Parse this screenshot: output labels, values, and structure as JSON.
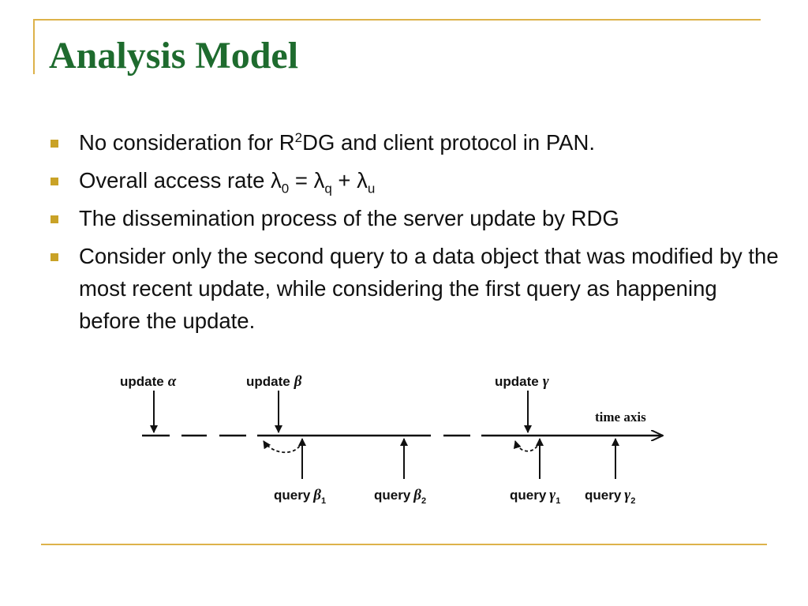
{
  "slide": {
    "title": "Analysis Model",
    "bullets": [
      {
        "pre": "No consideration for R",
        "sup": "2",
        "post": "DG and client protocol in PAN."
      },
      {
        "pre": "Overall access rate λ",
        "sub0": "0",
        "mid1": " = λ",
        "sub1": "q",
        "mid2": " + λ",
        "sub2": "u"
      },
      {
        "text": "The dissemination process of the server update by RDG"
      },
      {
        "text": "Consider only the second query to a data object that was modified by the most recent update, while considering the first query as happening before the update."
      }
    ]
  },
  "diagram": {
    "update_word": "update",
    "query_word": "query",
    "updates": [
      {
        "greek": "α"
      },
      {
        "greek": "β"
      },
      {
        "greek": "γ"
      }
    ],
    "queries": [
      {
        "greek": "β",
        "sub": "1"
      },
      {
        "greek": "β",
        "sub": "2"
      },
      {
        "greek": "γ",
        "sub": "1"
      },
      {
        "greek": "γ",
        "sub": "2"
      }
    ],
    "axis_label": "time axis"
  },
  "colors": {
    "title": "#1E6B2E",
    "accent_rule": "#DDB24A",
    "bullet": "#C9A227"
  }
}
